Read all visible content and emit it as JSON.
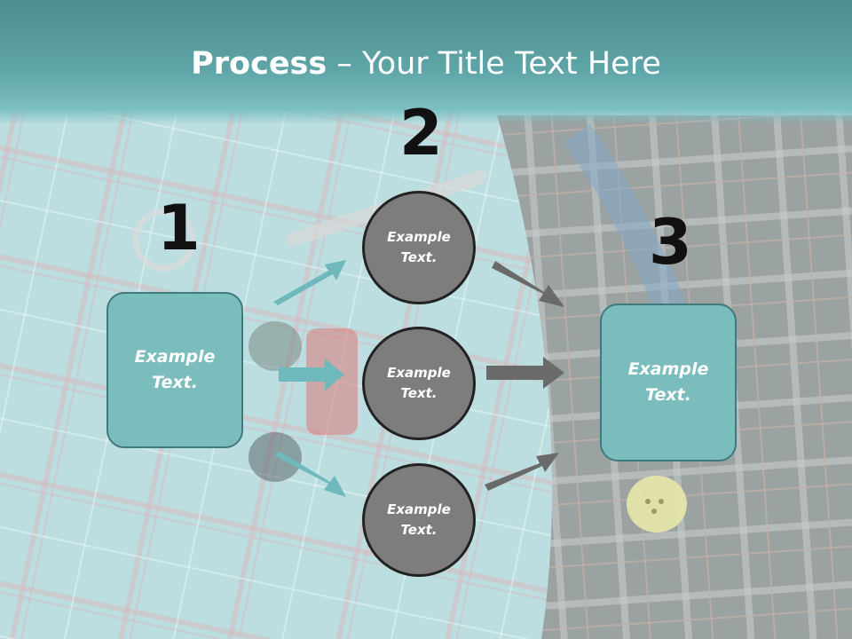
{
  "title": {
    "strong": "Process",
    "rest": " – Your Title Text Here"
  },
  "steps": [
    {
      "number": "1",
      "label": "Example\nText."
    },
    {
      "number": "2",
      "labels": [
        "Example\nText.",
        "Example\nText.",
        "Example\nText."
      ]
    },
    {
      "number": "3",
      "label": "Example\nText."
    }
  ],
  "colors": {
    "header": "#5ea4a6",
    "box": "#7bbcbd",
    "circle": "#7d7d7d",
    "teal_arrow": "#6fb8bb",
    "gray_arrow": "#6a6a6a"
  }
}
